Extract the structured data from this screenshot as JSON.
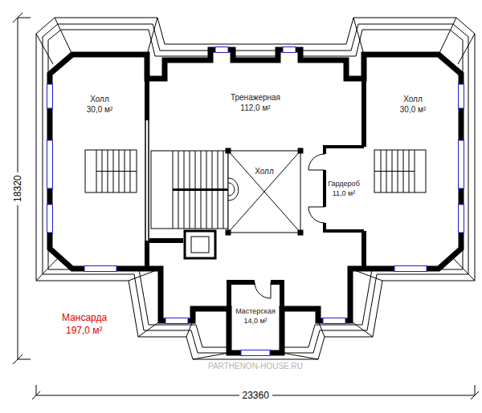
{
  "diagram": {
    "nodes": [
      {
        "text": [
          "Холл",
          "30,0 м²"
        ]
      },
      {
        "text": [
          "Тренажерная",
          "112,0 м²"
        ]
      },
      {
        "text": [
          "Холл",
          "30,0 м²"
        ]
      },
      {
        "text": [
          "Холл"
        ],
        "in": 1
      },
      {
        "text": [
          "Гардероб",
          "11,0 м²"
        ]
      },
      {
        "text": [
          "Мастерская",
          "14,0 м²"
        ]
      }
    ],
    "labels": [
      "Мансарда",
      "197,0 м²",
      "18320",
      "23360",
      "PARTHENON-HOUSE.RU"
    ]
  }
}
